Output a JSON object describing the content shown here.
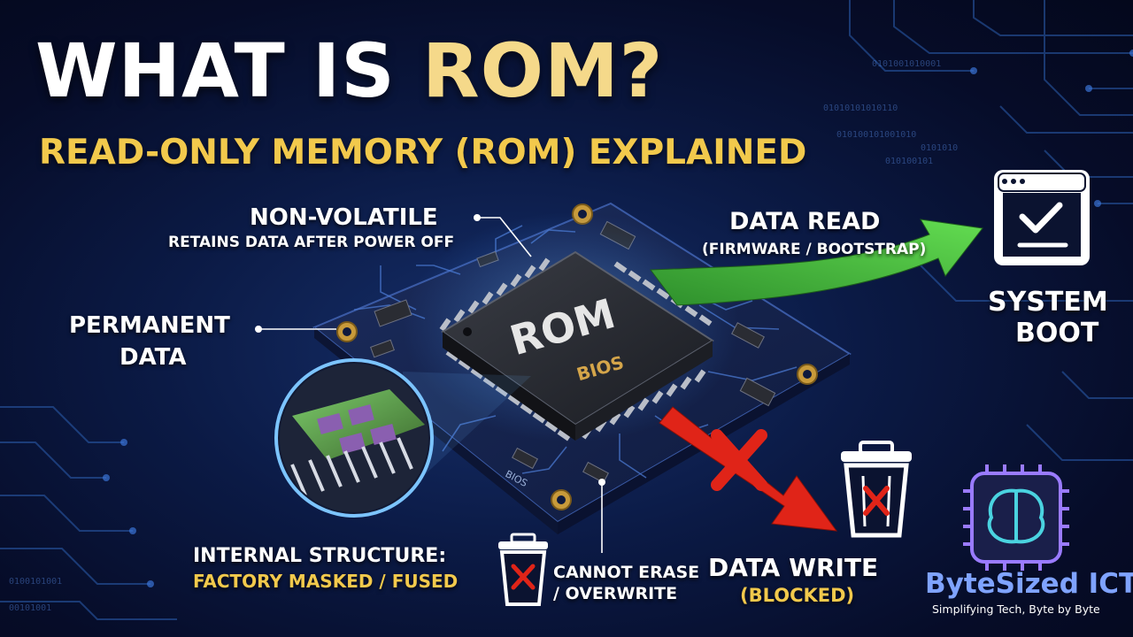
{
  "header": {
    "title_part1": "WHAT IS ",
    "title_accent": "ROM?",
    "subtitle": "READ-ONLY MEMORY (ROM) EXPLAINED"
  },
  "chip": {
    "main_label": "ROM",
    "sub_label": "BIOS",
    "board_label": "BIOS"
  },
  "callouts": {
    "non_volatile_title": "NON-VOLATILE",
    "non_volatile_desc": "RETAINS DATA AFTER POWER OFF",
    "permanent_line1": "PERMANENT",
    "permanent_line2": "DATA",
    "internal_title": "INTERNAL STRUCTURE:",
    "internal_desc": "FACTORY MASKED / FUSED",
    "cannot_line1": "CANNOT ERASE",
    "cannot_line2": "/ OVERWRITE",
    "read_title": "DATA READ",
    "read_desc": "(FIRMWARE / BOOTSTRAP)",
    "boot_line1": "SYSTEM",
    "boot_line2": "BOOT",
    "write_title": "DATA WRITE",
    "write_desc": "(BLOCKED)"
  },
  "brand": {
    "name": "ByteSized ICT",
    "tagline": "Simplifying Tech, Byte by Byte"
  },
  "colors": {
    "background": "#070d2a",
    "title": "#ffffff",
    "accent": "#f5d98a",
    "subtitle": "#f2c94c",
    "read_arrow": "#4cc94a",
    "write_arrow": "#e02418",
    "brand": "#7fa3ff"
  },
  "icons": [
    "boot-window-icon",
    "trash-blocked-icon",
    "brain-chip-icon"
  ]
}
